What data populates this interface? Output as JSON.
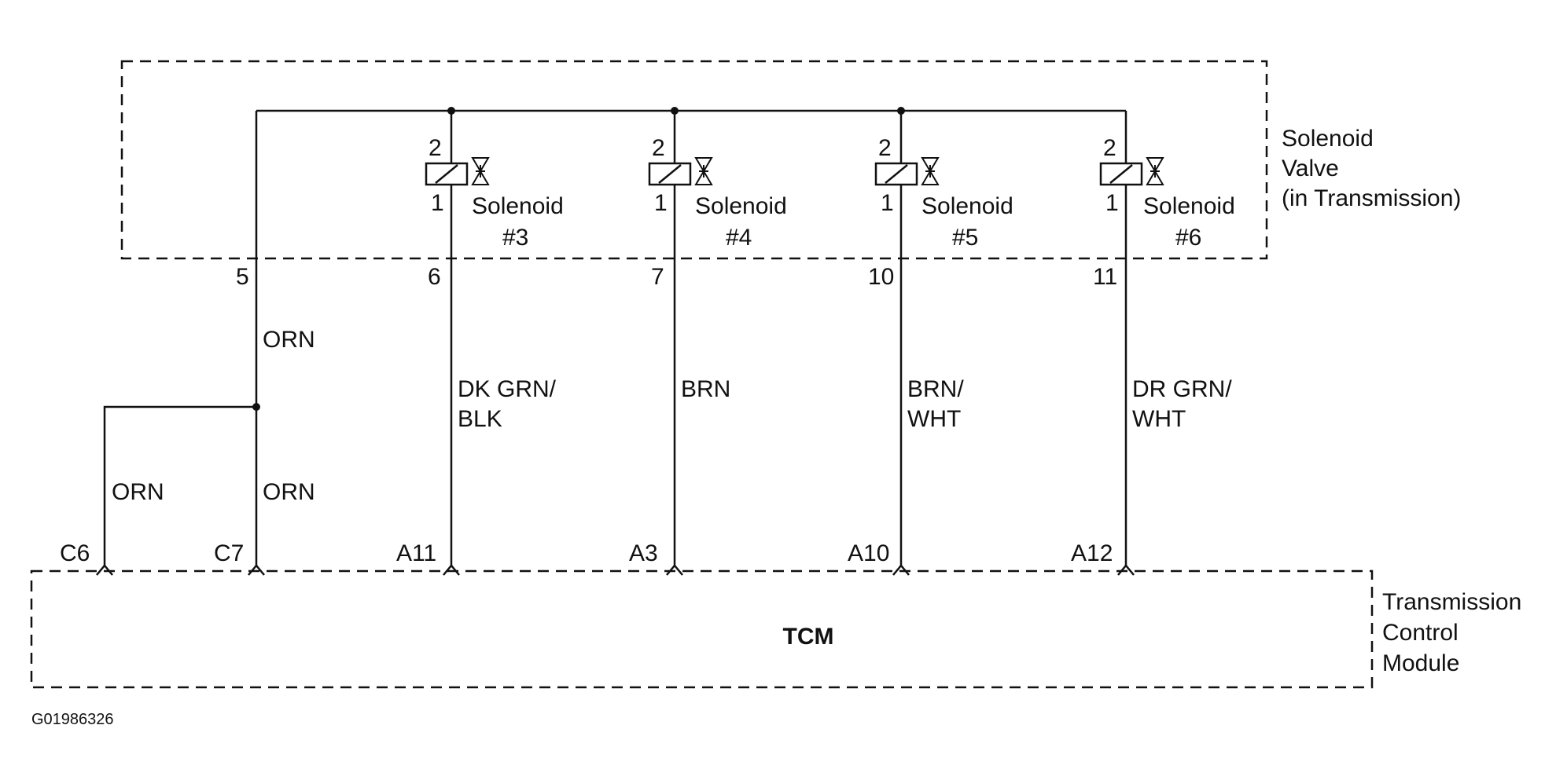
{
  "diagram": {
    "solenoid_valve": {
      "label_lines": [
        "Solenoid",
        "Valve",
        "(in Transmission)"
      ]
    },
    "tcm": {
      "name": "TCM",
      "label_lines": [
        "Transmission",
        "Control",
        "Module"
      ]
    },
    "solenoids": [
      {
        "name_line1": "Solenoid",
        "name_line2": "#3",
        "pin_top": "2",
        "pin_bottom": "1",
        "harness_pin": "6",
        "wire_line1": "DK GRN/",
        "wire_line2": "BLK",
        "tcm_pin": "A11"
      },
      {
        "name_line1": "Solenoid",
        "name_line2": "#4",
        "pin_top": "2",
        "pin_bottom": "1",
        "harness_pin": "7",
        "wire_line1": "BRN",
        "wire_line2": "",
        "tcm_pin": "A3"
      },
      {
        "name_line1": "Solenoid",
        "name_line2": "#5",
        "pin_top": "2",
        "pin_bottom": "1",
        "harness_pin": "10",
        "wire_line1": "BRN/",
        "wire_line2": "WHT",
        "tcm_pin": "A10"
      },
      {
        "name_line1": "Solenoid",
        "name_line2": "#6",
        "pin_top": "2",
        "pin_bottom": "1",
        "harness_pin": "11",
        "wire_line1": "DR GRN/",
        "wire_line2": "WHT",
        "tcm_pin": "A12"
      }
    ],
    "supply": {
      "harness_pin": "5",
      "wire_upper": "ORN",
      "wire_c6": "ORN",
      "wire_c7": "ORN",
      "tcm_pin_c6": "C6",
      "tcm_pin_c7": "C7"
    },
    "figure_id": "G01986326"
  }
}
